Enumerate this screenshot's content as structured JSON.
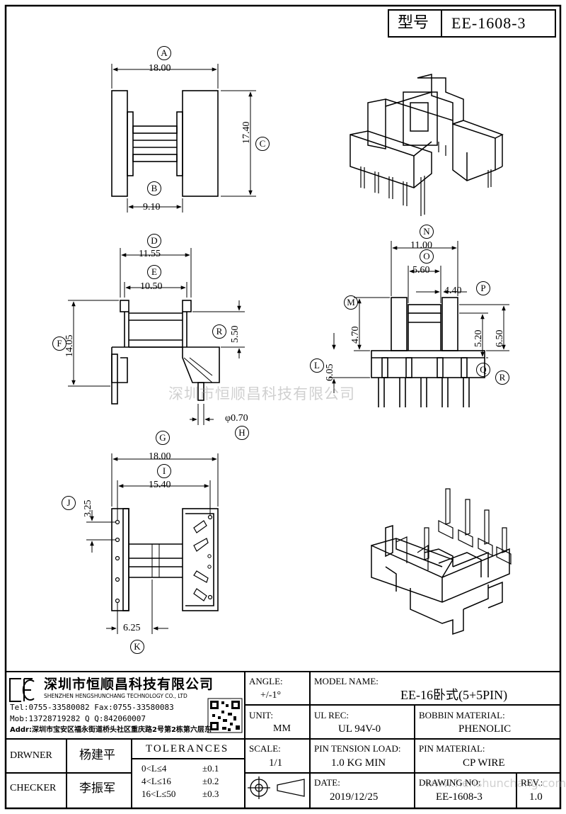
{
  "header": {
    "label": "型号",
    "model": "EE-1608-3"
  },
  "dims": {
    "A": "18.00",
    "B": "9.10",
    "C": "17.40",
    "D": "11.55",
    "E": "10.50",
    "F": "14.05",
    "R1": "5.50",
    "H": "φ0.70",
    "N": "11.00",
    "O": "5.60",
    "P": "4.40",
    "M": "4.70",
    "L": "6.05",
    "Q": "5.20",
    "R2": "6.50",
    "G": "18.00",
    "I": "15.40",
    "J": "3.25",
    "K": "6.25"
  },
  "letters": [
    "A",
    "B",
    "C",
    "D",
    "E",
    "F",
    "R",
    "H",
    "N",
    "O",
    "P",
    "M",
    "L",
    "Q",
    "R",
    "G",
    "I",
    "J",
    "K"
  ],
  "watermark_cn": "深圳市恒顺昌科技有限公司",
  "watermark_web": "www.henshunchang.com",
  "company": {
    "name_cn": "深圳市恒顺昌科技有限公司",
    "name_en": "SHENZHEN HENGSHUNCHANG TECHNOLOGY CO., LTD",
    "tel": "Tel:0755-33580082 Fax:0755-33580083",
    "mob": "Mob:13728719282     Q  Q:842060007",
    "addr": "Addr:深圳市宝安区福永街道桥头社区重庆路2号第2栋第六层东"
  },
  "title_block": {
    "angle_label": "ANGLE:",
    "angle_value": "+/-1°",
    "model_label": "MODEL NAME:",
    "model_value": "EE-16卧式(5+5PIN)",
    "unit_label": "UNIT:",
    "unit_value": "MM",
    "ulrec_label": "UL REC:",
    "ulrec_value": "UL 94V-0",
    "bobbin_label": "BOBBIN MATERIAL:",
    "bobbin_value": "PHENOLIC",
    "drawner_label": "DRWNER",
    "drawner_value": "杨建平",
    "tolerances_label": "TOLERANCES",
    "tol_rows": [
      {
        "range": "0<L≤4",
        "tol": "±0.1"
      },
      {
        "range": "4<L≤16",
        "tol": "±0.2"
      },
      {
        "range": "16<L≤50",
        "tol": "±0.3"
      }
    ],
    "scale_label": "SCALE:",
    "scale_value": "1/1",
    "tension_label": "PIN TENSION LOAD:",
    "tension_value": "1.0 KG MIN",
    "pinmat_label": "PIN MATERIAL:",
    "pinmat_value": "CP WIRE",
    "checker_label": "CHECKER",
    "checker_value": "李振军",
    "date_label": "DATE:",
    "date_value": "2019/12/25",
    "drawing_label": "DRAWING NO:",
    "drawing_value": "EE-1608-3",
    "rev_label": "REV.:",
    "rev_value": "1.0"
  }
}
